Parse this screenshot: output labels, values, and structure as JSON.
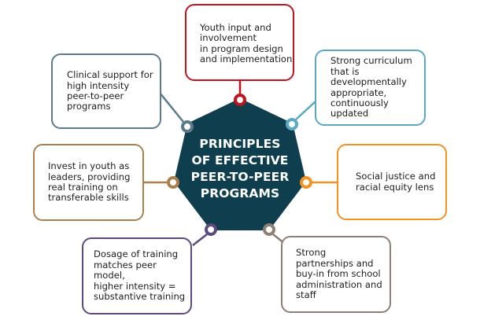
{
  "center": {
    "title": "PRINCIPLES\nOF EFFECTIVE\nPEER-TO-PEER\nPROGRAMS",
    "fill_color": "#0f3f4e"
  },
  "principles": [
    {
      "id": "youth-input",
      "text": "Youth input and\ninvolvement\nin program design\nand implementation",
      "color": "#c1131f"
    },
    {
      "id": "strong-curriculum",
      "text": "Strong curriculum\nthat is\ndevelopmentally\nappropriate,\ncontinuously\nupdated",
      "color": "#5aa9c4"
    },
    {
      "id": "social-justice",
      "text": "Social justice and\nracial equity lens",
      "color": "#f29222"
    },
    {
      "id": "strong-partnerships",
      "text": "Strong\npartnerships and\nbuy-in from school\nadministration and\nstaff",
      "color": "#8e7f74"
    },
    {
      "id": "dosage-of-training",
      "text": "Dosage of training\nmatches peer model,\nhigher intensity =\nsubstantive training",
      "color": "#5c4a7e"
    },
    {
      "id": "invest-in-youth",
      "text": "Invest in youth as\nleaders, providing\nreal training on\ntransferable skills",
      "color": "#a9804e"
    },
    {
      "id": "clinical-support",
      "text": "Clinical support for\nhigh intensity\npeer-to-peer\nprograms",
      "color": "#5b7a8c"
    }
  ]
}
